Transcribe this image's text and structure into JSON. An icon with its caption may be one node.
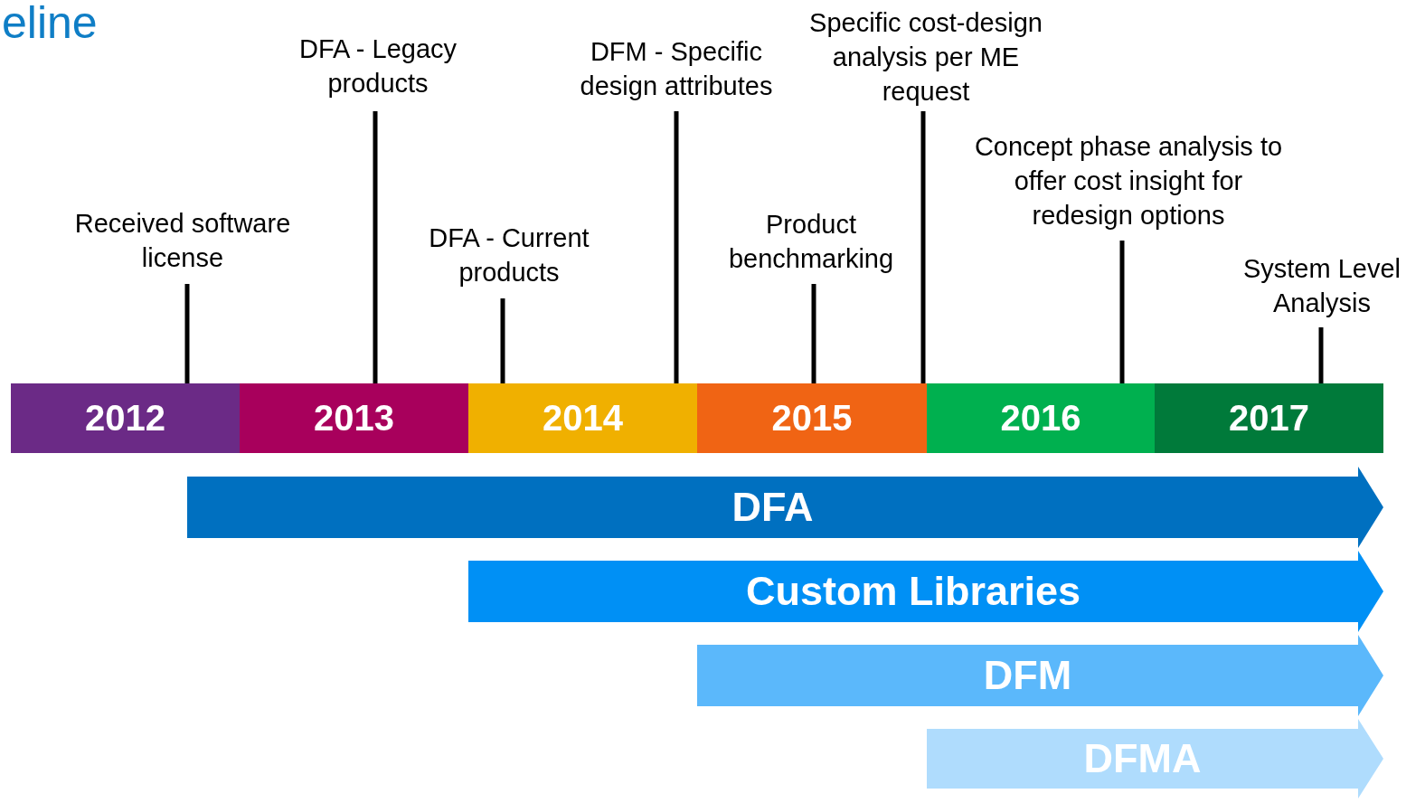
{
  "diagram": {
    "title": "eline",
    "nodes": [
      {
        "text": [
          "Received software license"
        ]
      },
      {
        "text": [
          "DFA - Legacy products"
        ]
      },
      {
        "text": [
          "DFA - Current products"
        ]
      },
      {
        "text": [
          "DFM - Specific design attributes"
        ]
      },
      {
        "text": [
          "Product benchmarking"
        ]
      },
      {
        "text": [
          "Specific cost-design analysis per ME request"
        ]
      },
      {
        "text": [
          "Concept phase analysis to offer cost insight for redesign options"
        ]
      },
      {
        "text": [
          "System Level Analysis"
        ]
      },
      {
        "text": [
          "2012"
        ]
      },
      {
        "text": [
          "2013"
        ]
      },
      {
        "text": [
          "2014"
        ]
      },
      {
        "text": [
          "2015"
        ]
      },
      {
        "text": [
          "2016"
        ]
      },
      {
        "text": [
          "2017"
        ]
      },
      {
        "text": [
          "DFA"
        ]
      },
      {
        "text": [
          "Custom Libraries"
        ]
      },
      {
        "text": [
          "DFM"
        ]
      },
      {
        "text": [
          "DFMA"
        ]
      }
    ],
    "edges": [
      {
        "from": 0,
        "to": 8,
        "arrow": "none"
      },
      {
        "from": 1,
        "to": 9,
        "arrow": "none"
      },
      {
        "from": 2,
        "to": 10,
        "arrow": "none"
      },
      {
        "from": 3,
        "to": 10,
        "arrow": "none"
      },
      {
        "from": 4,
        "to": 11,
        "arrow": "none"
      },
      {
        "from": 5,
        "to": 11,
        "arrow": "none"
      },
      {
        "from": 6,
        "to": 12,
        "arrow": "none"
      },
      {
        "from": 7,
        "to": 13,
        "arrow": "none"
      }
    ]
  }
}
